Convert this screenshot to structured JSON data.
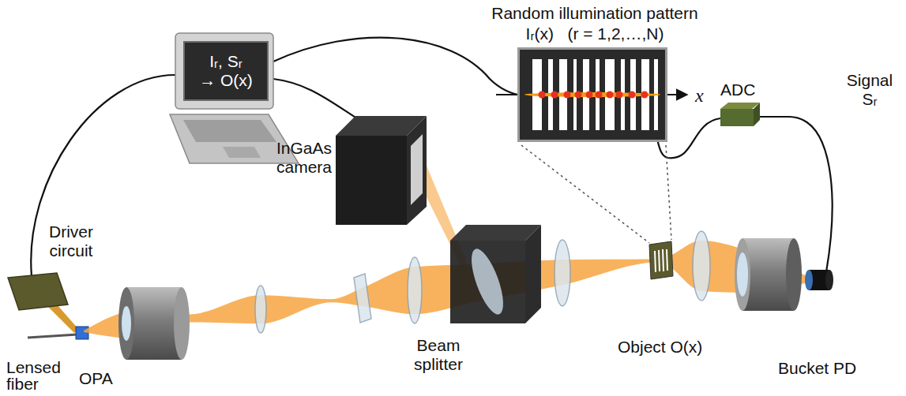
{
  "diagram": {
    "nodes": [
      {
        "text": [
          "Iᵣ, Sᵣ → O(x)"
        ]
      },
      {
        "text": [
          "Random illumination pattern",
          "Iᵣ(x)   (r = 1,2,…,N)",
          "x"
        ]
      }
    ],
    "labels": [
      "Driver circuit",
      "Lensed fiber",
      "OPA",
      "InGaAs camera",
      "Beam splitter",
      "Object O(x)",
      "ADC",
      "Signal Sᵣ",
      "Bucket PD"
    ]
  }
}
